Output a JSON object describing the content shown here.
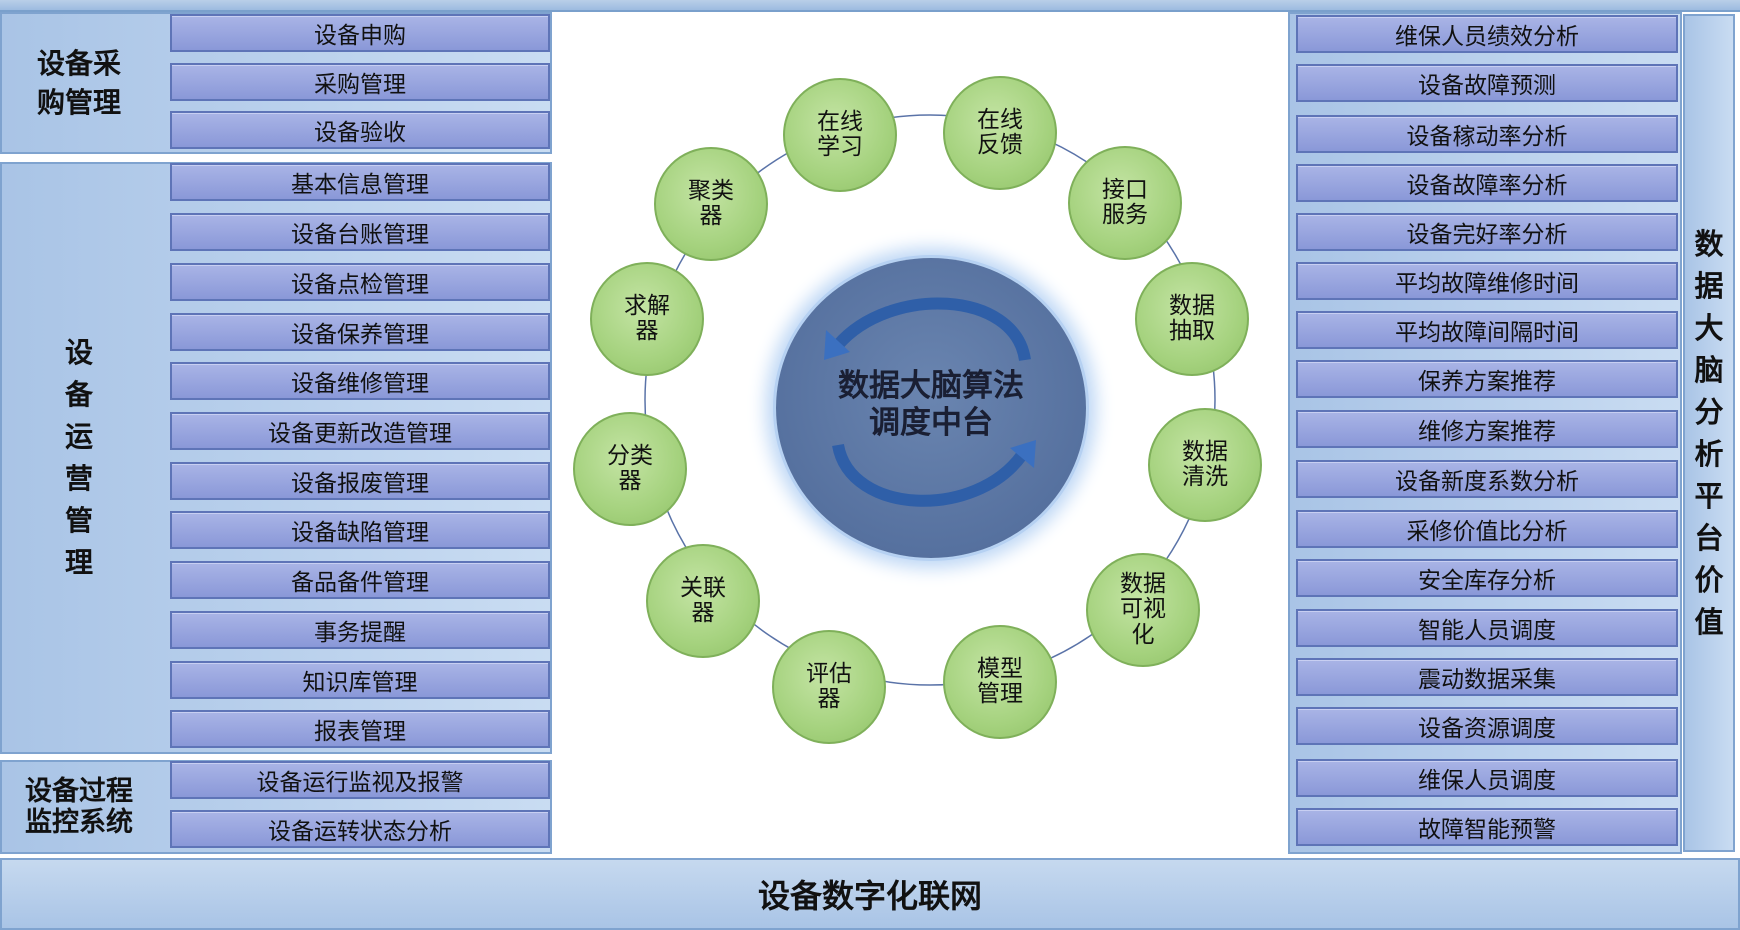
{
  "left": {
    "procurement": {
      "title_lines": [
        "设备采",
        "购管理"
      ],
      "items": [
        "设备申购",
        "采购管理",
        "设备验收"
      ]
    },
    "operation": {
      "title_chars": [
        "设",
        "备",
        "运",
        "营",
        "管",
        "理"
      ],
      "items": [
        "基本信息管理",
        "设备台账管理",
        "设备点检管理",
        "设备保养管理",
        "设备维修管理",
        "设备更新改造管理",
        "设备报废管理",
        "设备缺陷管理",
        "备品备件管理",
        "事务提醒",
        "知识库管理",
        "报表管理"
      ]
    },
    "monitoring": {
      "title_lines": [
        "设备过程",
        "监控系统"
      ],
      "items": [
        "设备运行监视及报警",
        "设备运转状态分析"
      ]
    }
  },
  "center": {
    "hub_lines": [
      "数据大脑算法",
      "调度中台"
    ],
    "nodes": [
      {
        "lines": [
          "在线",
          "学习"
        ]
      },
      {
        "lines": [
          "在线",
          "反馈"
        ]
      },
      {
        "lines": [
          "接口",
          "服务"
        ]
      },
      {
        "lines": [
          "数据",
          "抽取"
        ]
      },
      {
        "lines": [
          "数据",
          "清洗"
        ]
      },
      {
        "lines": [
          "数据",
          "可视",
          "化"
        ]
      },
      {
        "lines": [
          "模型",
          "管理"
        ]
      },
      {
        "lines": [
          "评估",
          "器"
        ]
      },
      {
        "lines": [
          "关联",
          "器"
        ]
      },
      {
        "lines": [
          "分类",
          "器"
        ]
      },
      {
        "lines": [
          "求解",
          "器"
        ]
      },
      {
        "lines": [
          "聚类",
          "器"
        ]
      }
    ]
  },
  "right": {
    "items": [
      "维保人员绩效分析",
      "设备故障预测",
      "设备稼动率分析",
      "设备故障率分析",
      "设备完好率分析",
      "平均故障维修时间",
      "平均故障间隔时间",
      "保养方案推荐",
      "维修方案推荐",
      "设备新度系数分析",
      "采修价值比分析",
      "安全库存分析",
      "智能人员调度",
      "震动数据采集",
      "设备资源调度",
      "维保人员调度",
      "故障智能预警"
    ],
    "title_chars": [
      "数",
      "据",
      "大",
      "脑",
      "分",
      "析",
      "平",
      "台",
      "价",
      "值"
    ]
  },
  "bottom": {
    "title": "设备数字化联网"
  },
  "colors": {
    "group_bg": "#b8cfec",
    "item_bg": "#97a4dd",
    "node_green": "#a5d27e",
    "hub_blue": "#56719f"
  }
}
